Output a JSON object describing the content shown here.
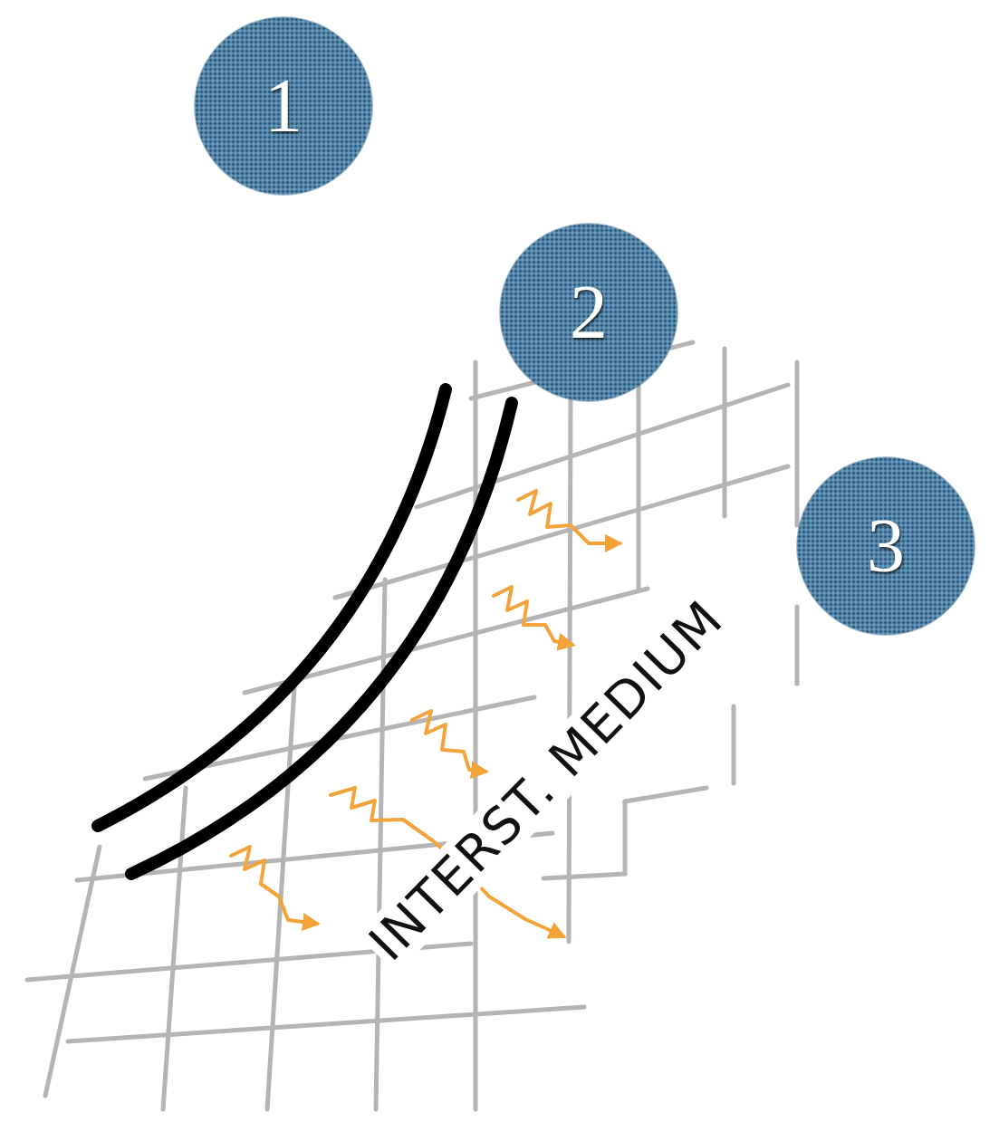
{
  "diagram": {
    "nodes": [
      {
        "text": [
          "1"
        ]
      },
      {
        "text": [
          "2"
        ]
      },
      {
        "text": [
          "3"
        ]
      }
    ],
    "labels": [
      "INTERST. MEDIUM"
    ]
  }
}
